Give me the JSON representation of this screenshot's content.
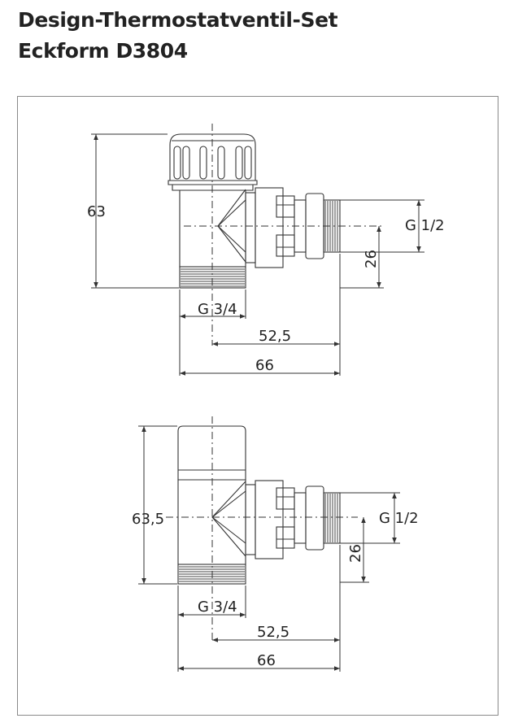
{
  "title": {
    "line1": "Design-Thermostatventil-Set",
    "line2": "Eckform D3804"
  },
  "top_drawing": {
    "height_label": "63",
    "outlet_thread_label": "G 1/2",
    "outlet_offset_label": "26",
    "inlet_thread_label": "G 3/4",
    "center_distance_label": "52,5",
    "total_width_label": "66"
  },
  "bottom_drawing": {
    "height_label": "63,5",
    "outlet_thread_label": "G 1/2",
    "outlet_offset_label": "26",
    "inlet_thread_label": "G 3/4",
    "center_distance_label": "52,5",
    "total_width_label": "66"
  }
}
